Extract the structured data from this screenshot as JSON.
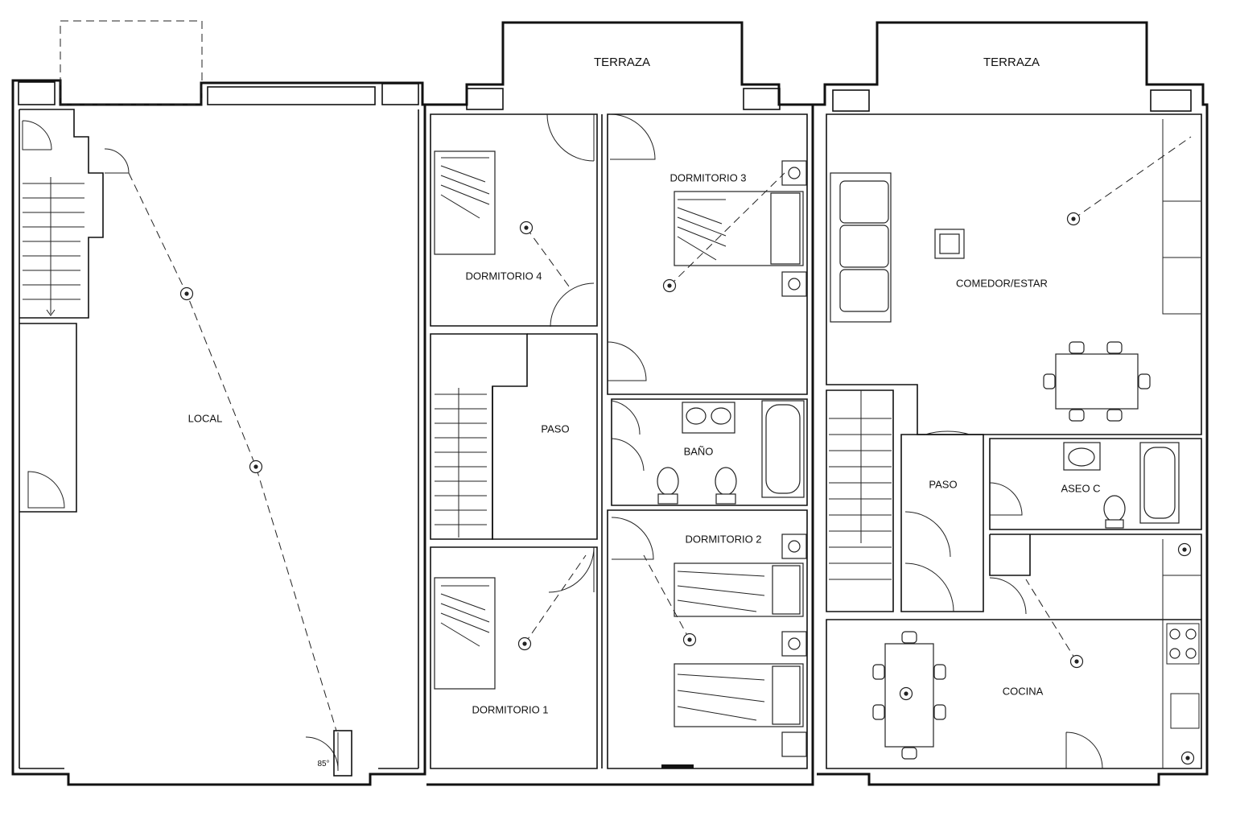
{
  "rooms": {
    "local": "LOCAL",
    "terraza_1": "TERRAZA",
    "terraza_2": "TERRAZA",
    "dormitorio_4": "DORMITORIO 4",
    "dormitorio_3": "DORMITORIO 3",
    "paso_1": "PASO",
    "bano": "BAÑO",
    "dormitorio_2": "DORMITORIO 2",
    "dormitorio_1": "DORMITORIO 1",
    "comedor_estar": "COMEDOR/ESTAR",
    "paso_2": "PASO",
    "aseo_c": "ASEO C",
    "cocina": "COCINA"
  },
  "annotations": {
    "angle_mark": "85°"
  }
}
